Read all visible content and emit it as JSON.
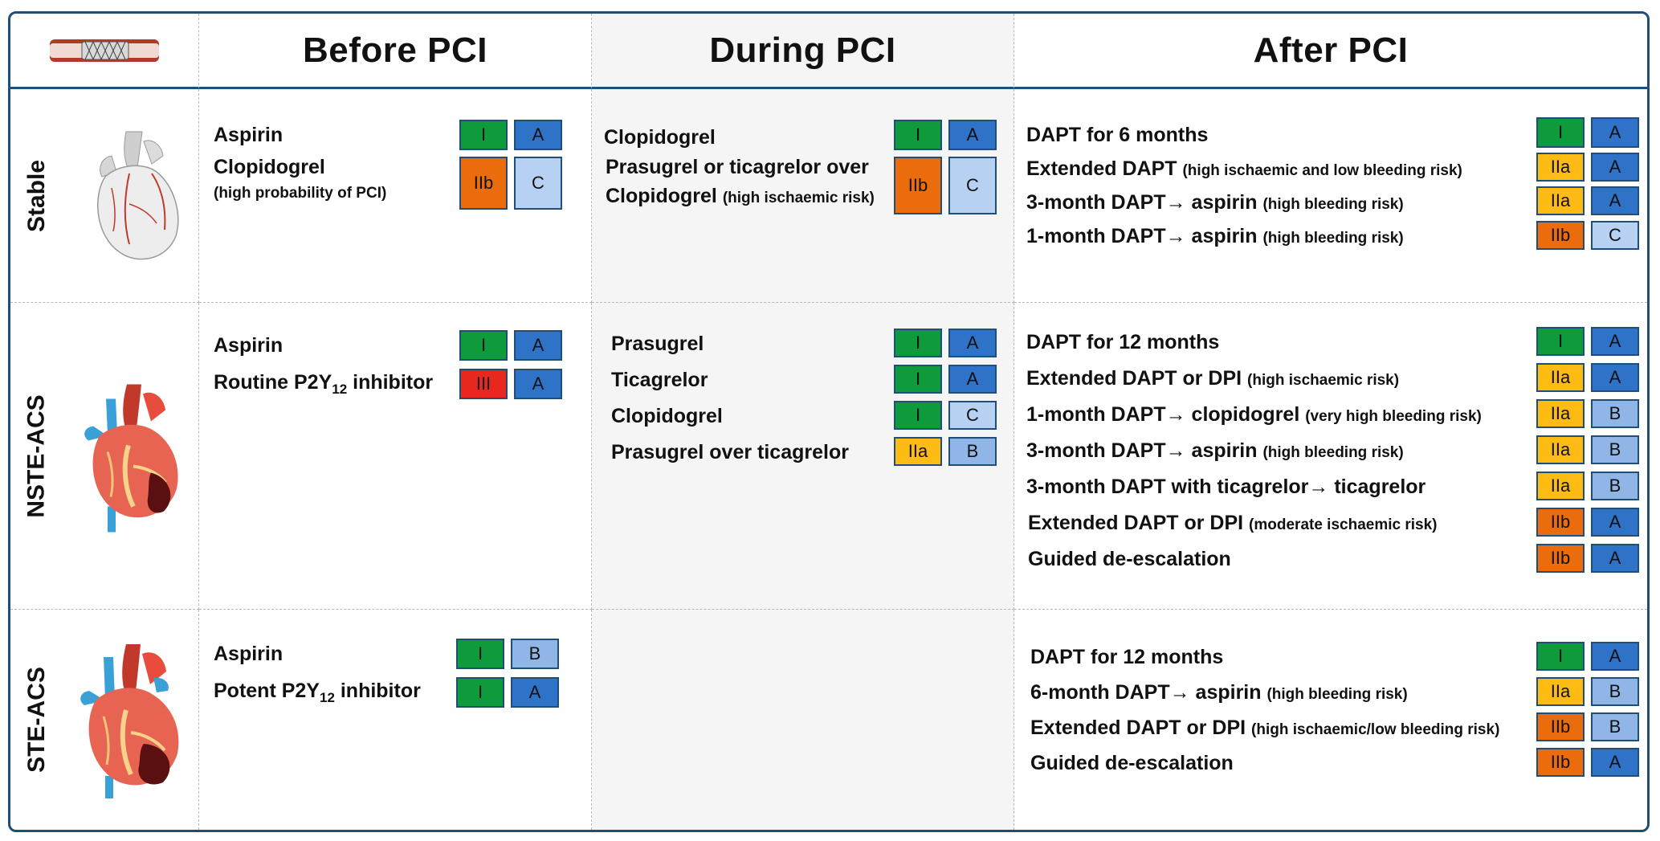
{
  "headers": {
    "before": "Before PCI",
    "during": "During PCI",
    "after": "After PCI"
  },
  "rows": {
    "stable": "Stable",
    "nste": "NSTE-ACS",
    "ste": "STE-ACS"
  },
  "colors": {
    "class_I": "#0f9a3c",
    "class_IIa": "#fdbb14",
    "class_IIb": "#ea6c0c",
    "class_III": "#e8271f",
    "loe_A": "#2f73c8",
    "loe_B": "#8fb6e6",
    "loe_C": "#b7d1f2",
    "border": "#1f4e79"
  },
  "icons": {
    "stent": "stent-illustration",
    "stable_heart": "grey-heart-illustration",
    "nste_heart": "colored-heart-illustration",
    "ste_heart": "colored-heart-infarct-illustration"
  },
  "stable": {
    "before": [
      {
        "main": "Aspirin",
        "cls": "I",
        "loe": "A"
      },
      {
        "main": "Clopidogrel",
        "note": "(high probability of PCI)",
        "cls": "IIb",
        "loe": "C"
      }
    ],
    "during": [
      {
        "main": "Clopidogrel",
        "cls": "I",
        "loe": "A"
      },
      {
        "main": "Prasugrel or ticagrelor over",
        "main2": "Clopidogrel",
        "note": "(high ischaemic risk)",
        "cls": "IIb",
        "loe": "C"
      }
    ],
    "after": [
      {
        "main": "DAPT for 6 months",
        "cls": "I",
        "loe": "A"
      },
      {
        "main": "Extended DAPT",
        "note": "(high ischaemic and low bleeding risk)",
        "cls": "IIa",
        "loe": "A"
      },
      {
        "main": "3-month DAPT→ aspirin",
        "note": "(high bleeding risk)",
        "cls": "IIa",
        "loe": "A"
      },
      {
        "main": "1-month DAPT→ aspirin",
        "note": "(high bleeding risk)",
        "cls": "IIb",
        "loe": "C"
      }
    ]
  },
  "nste": {
    "before": [
      {
        "main": "Aspirin",
        "cls": "I",
        "loe": "A"
      },
      {
        "main": "Routine P2Y",
        "sub": "12",
        "tail": " inhibitor",
        "cls": "III",
        "loe": "A"
      }
    ],
    "during": [
      {
        "main": "Prasugrel",
        "cls": "I",
        "loe": "A"
      },
      {
        "main": "Ticagrelor",
        "cls": "I",
        "loe": "A"
      },
      {
        "main": "Clopidogrel",
        "cls": "I",
        "loe": "C"
      },
      {
        "main": "Prasugrel over ticagrelor",
        "cls": "IIa",
        "loe": "B"
      }
    ],
    "after": [
      {
        "main": "DAPT for 12 months",
        "cls": "I",
        "loe": "A"
      },
      {
        "main": "Extended DAPT or DPI",
        "note": "(high ischaemic risk)",
        "cls": "IIa",
        "loe": "A"
      },
      {
        "main": "1-month DAPT→ clopidogrel",
        "note": "(very high bleeding risk)",
        "cls": "IIa",
        "loe": "B"
      },
      {
        "main": "3-month DAPT→ aspirin",
        "note": "(high bleeding risk)",
        "cls": "IIa",
        "loe": "B"
      },
      {
        "main": "3-month DAPT with ticagrelor→ ticagrelor",
        "cls": "IIa",
        "loe": "B"
      },
      {
        "main": "Extended DAPT or DPI",
        "note": "(moderate ischaemic risk)",
        "cls": "IIb",
        "loe": "A"
      },
      {
        "main": "Guided de-escalation",
        "cls": "IIb",
        "loe": "A"
      }
    ]
  },
  "ste": {
    "before": [
      {
        "main": "Aspirin",
        "cls": "I",
        "loe": "B"
      },
      {
        "main": "Potent P2Y",
        "sub": "12",
        "tail": " inhibitor",
        "cls": "I",
        "loe": "A"
      }
    ],
    "after": [
      {
        "main": "DAPT for 12 months",
        "cls": "I",
        "loe": "A"
      },
      {
        "main": "6-month DAPT→ aspirin",
        "note": "(high bleeding risk)",
        "cls": "IIa",
        "loe": "B"
      },
      {
        "main": "Extended DAPT or DPI",
        "note": "(high ischaemic/low bleeding risk)",
        "cls": "IIb",
        "loe": "B"
      },
      {
        "main": "Guided de-escalation",
        "cls": "IIb",
        "loe": "A"
      }
    ]
  }
}
